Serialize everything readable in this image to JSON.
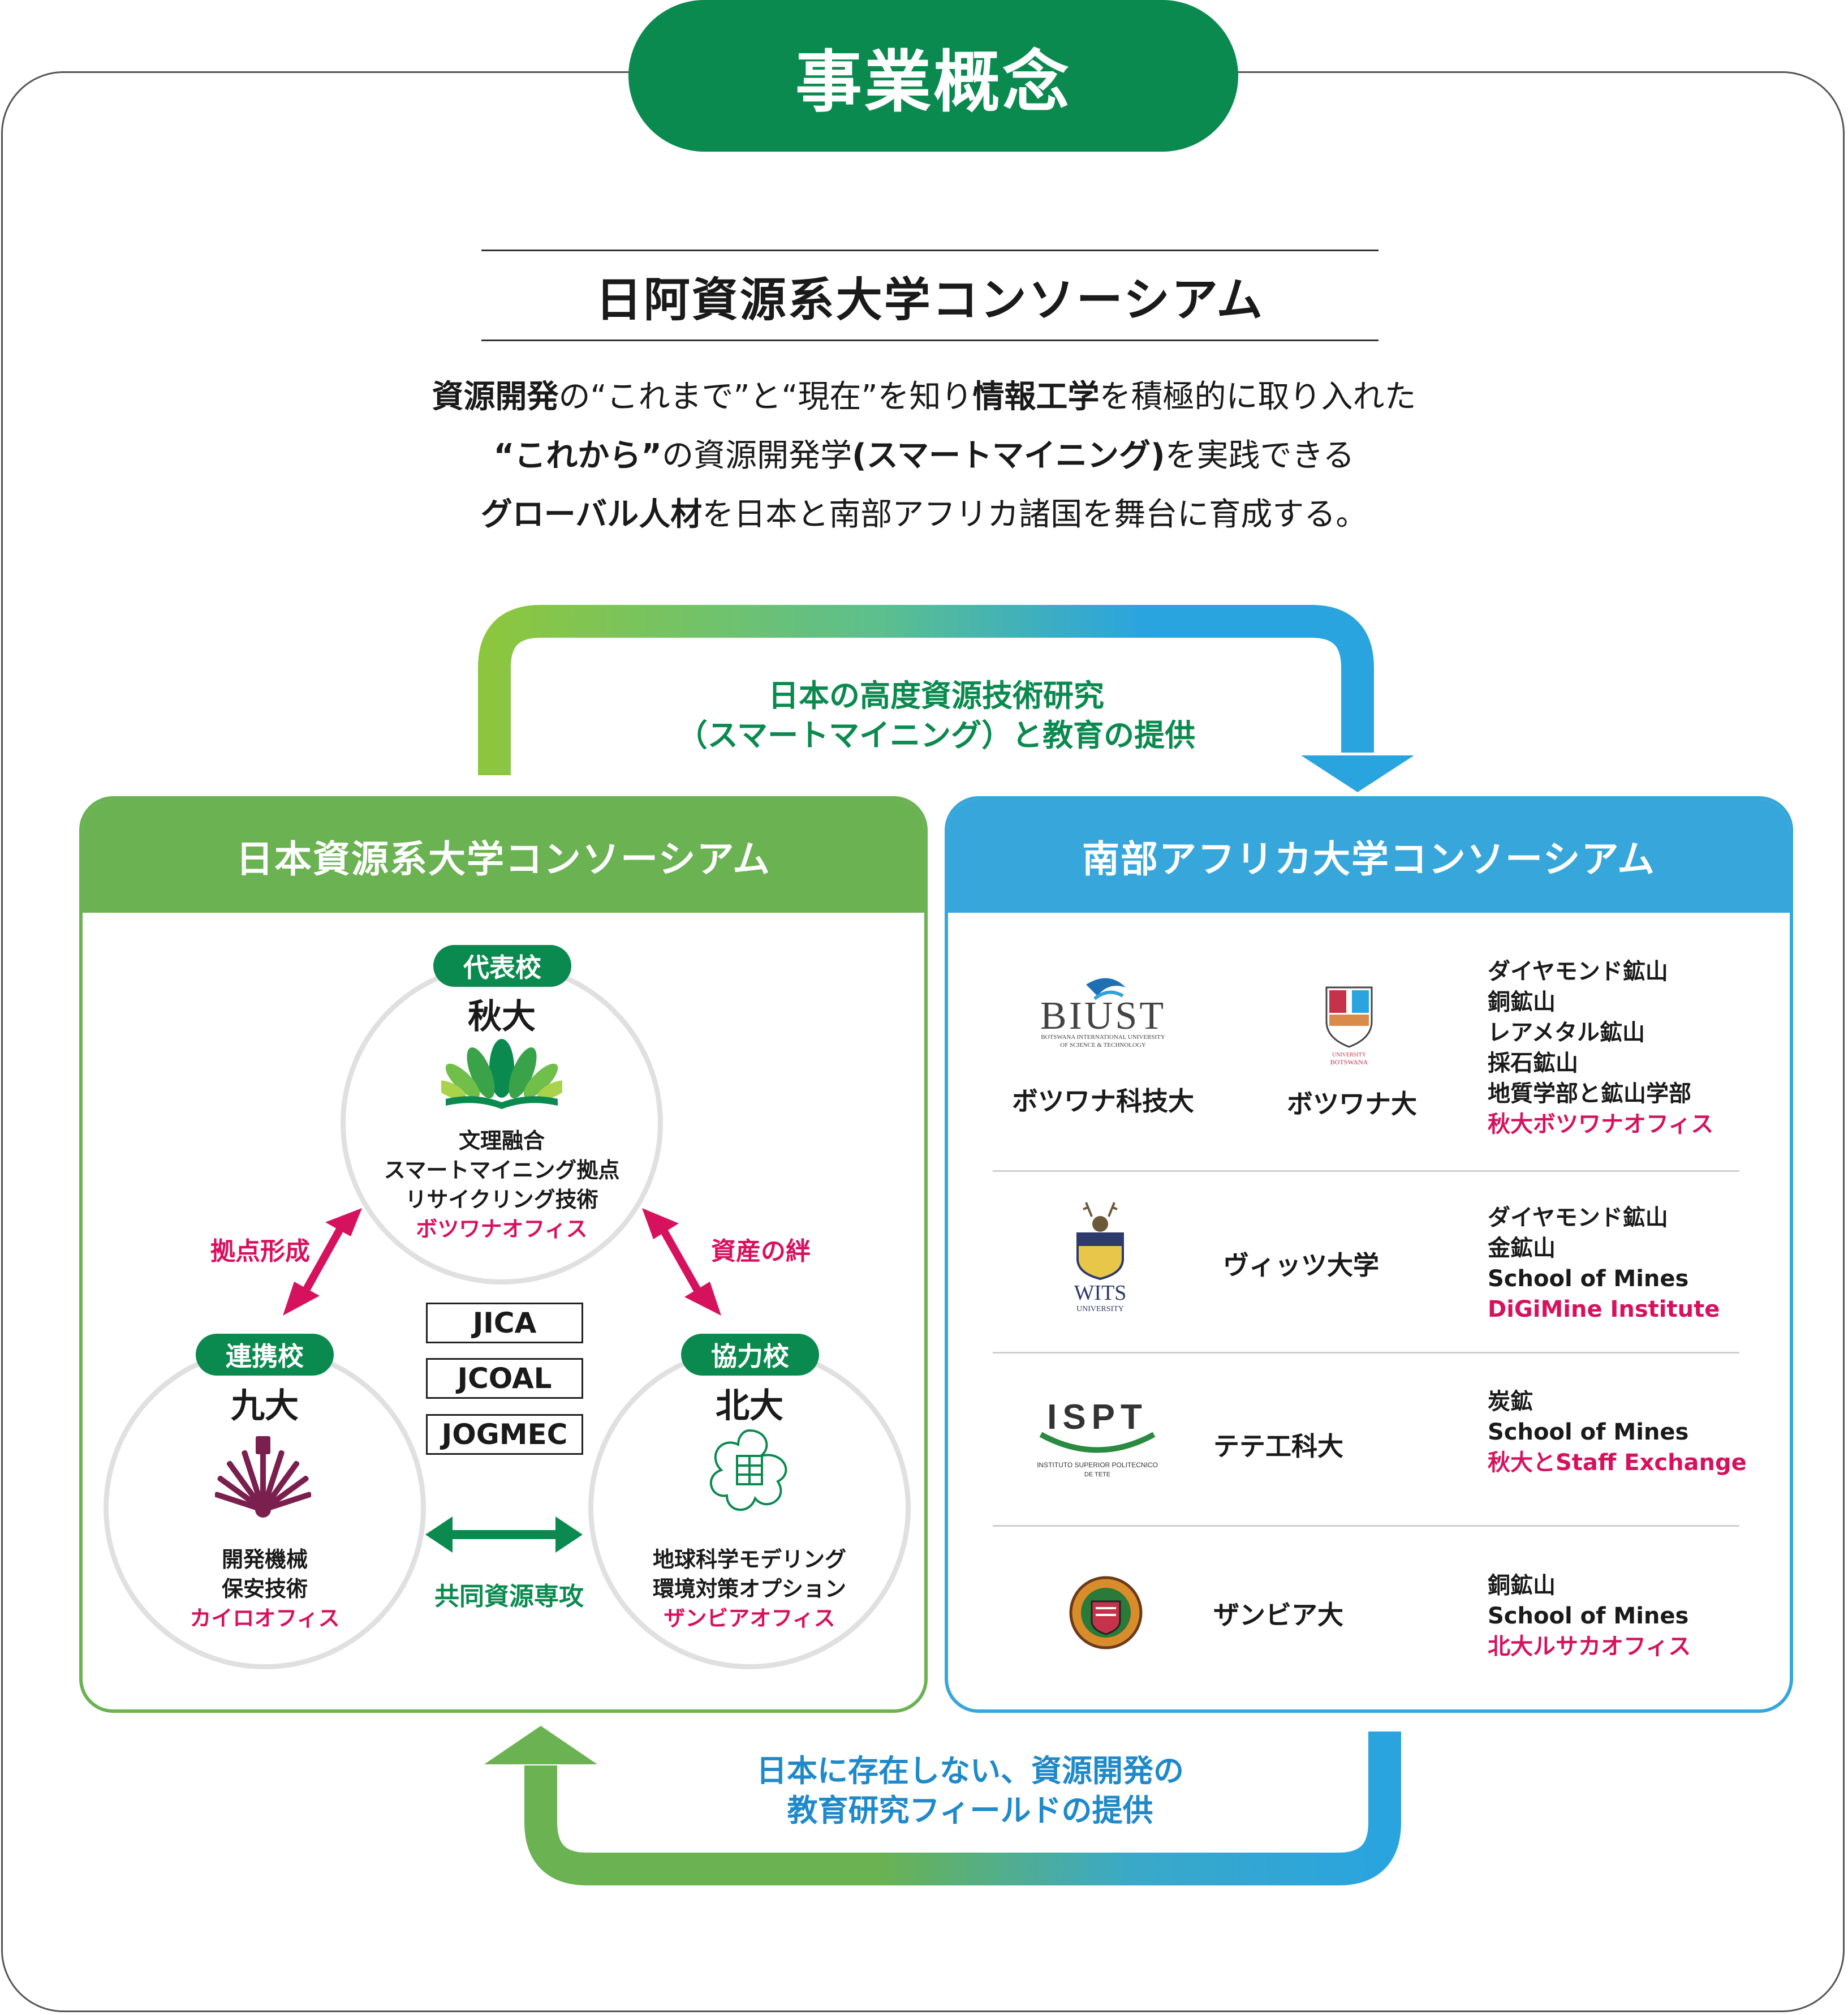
{
  "header": {
    "tab_label": "事業概念",
    "title": "日阿資源系大学コンソーシアム"
  },
  "intro": {
    "line1": {
      "b1": "資源開発",
      "t1": "の“これまで”と“現在”を知り",
      "b2": "情報工学",
      "t2": "を積極的に取り入れた"
    },
    "line2": {
      "b1": "“これから”",
      "t1": "の資源開発学",
      "b2": "(スマートマイニング)",
      "t2": "を実践できる"
    },
    "line3": {
      "b1": "グローバル人材",
      "t1": "を日本と南部アフリカ諸国を舞台に育成する。"
    }
  },
  "flows": {
    "top_line1": "日本の高度資源技術研究",
    "top_line2": "（スマートマイニング）と教育の提供",
    "bottom_line1": "日本に存在しない、資源開発の",
    "bottom_line2": "教育研究フィールドの提供"
  },
  "japan": {
    "title": "日本資源系大学コンソーシアム",
    "akita": {
      "role": "代表校",
      "name": "秋大",
      "desc1": "文理融合",
      "desc2": "スマートマイニング拠点",
      "desc3": "リサイクリング技術",
      "office": "ボツワナオフィス"
    },
    "kyushu": {
      "role": "連携校",
      "name": "九大",
      "desc1": "開発機械",
      "desc2": "保安技術",
      "office": "カイロオフィス"
    },
    "hokkaido": {
      "role": "協力校",
      "name": "北大",
      "desc1": "地球科学モデリング",
      "desc2": "環境対策オプション",
      "office": "ザンビアオフィス"
    },
    "orgs": [
      "JICA",
      "JCOAL",
      "JOGMEC"
    ],
    "relations": {
      "akita_kyushu": "拠点形成",
      "akita_hokkaido": "資産の絆",
      "kyushu_hokkaido": "共同資源専攻"
    }
  },
  "africa": {
    "title": "南部アフリカ大学コンソーシアム",
    "biust_name": "ボツワナ科技大",
    "biust_logo_text": "BIUST",
    "biust_logo_sub1": "BOTSWANA INTERNATIONAL UNIVERSITY",
    "biust_logo_sub2": "OF SCIENCE & TECHNOLOGY",
    "ub_name": "ボツワナ大",
    "ub_logo_text1": "UNIVERSITY",
    "ub_logo_text2": "BOTSWANA",
    "botswana_fields": [
      "ダイヤモンド鉱山",
      "銅鉱山",
      "レアメタル鉱山",
      "採石鉱山",
      "地質学部と鉱山学部"
    ],
    "botswana_office": "秋大ボツワナオフィス",
    "wits_name": "ヴィッツ大学",
    "wits_logo_text": "WITS",
    "wits_logo_sub": "UNIVERSITY",
    "wits_fields": [
      "ダイヤモンド鉱山",
      "金鉱山",
      "School of Mines"
    ],
    "wits_extra": "DiGiMine Institute",
    "ispt_name": "テテ工科大",
    "ispt_logo_text": "ISPT",
    "ispt_logo_sub1": "INSTITUTO SUPERIOR POLITECNICO",
    "ispt_logo_sub2": "DE TETE",
    "ispt_fields": [
      "炭鉱",
      "School of Mines"
    ],
    "ispt_extra": "秋大とStaff Exchange",
    "zambia_name": "ザンビア大",
    "zambia_fields": [
      "銅鉱山",
      "School of Mines"
    ],
    "zambia_extra": "北大ルサカオフィス"
  },
  "colors": {
    "dark_green": "#0a8a4f",
    "light_green": "#6ab252",
    "blue": "#37a6db",
    "pink": "#d6125f"
  }
}
